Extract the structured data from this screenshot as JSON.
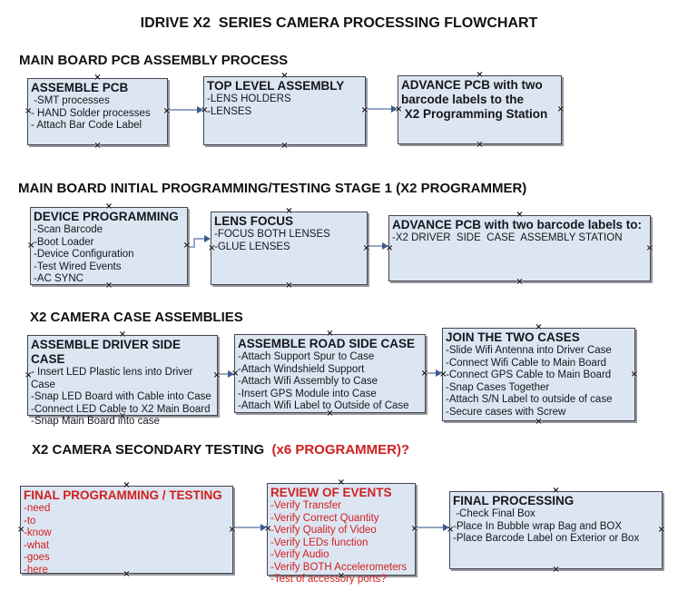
{
  "title": "IDRIVE X2  SERIES CAMERA PROCESSING FLOWCHART",
  "colors": {
    "box_fill": "#dce6f2",
    "box_border": "#44444e",
    "connector_line": "#95a6c6",
    "connector_arrowhead": "#3a5a8e",
    "red_text": "#d02020",
    "black_text": "#16161c"
  },
  "icons": {
    "connection_point": "×"
  },
  "sections": [
    {
      "heading": "MAIN BOARD PCB ASSEMBLY PROCESS",
      "boxes": [
        {
          "title": "ASSEMBLE PCB",
          "items": [
            " -SMT processes",
            "- HAND Solder processes",
            "- Attach Bar Code Label"
          ]
        },
        {
          "title": "TOP LEVEL ASSEMBLY",
          "items": [
            "-LENS HOLDERS",
            "-LENSES"
          ]
        },
        {
          "title": "ADVANCE PCB with two\nbarcode labels to the\n X2 Programming Station",
          "items": []
        }
      ]
    },
    {
      "heading": "MAIN BOARD INITIAL PROGRAMMING/TESTING STAGE 1 (X2 PROGRAMMER)",
      "boxes": [
        {
          "title": "DEVICE PROGRAMMING",
          "items": [
            "-Scan Barcode",
            "-Boot Loader",
            "-Device Configuration",
            "-Test Wired Events",
            "-AC SYNC"
          ]
        },
        {
          "title": "LENS FOCUS",
          "items": [
            "-FOCUS BOTH LENSES",
            "-GLUE LENSES"
          ]
        },
        {
          "title": "ADVANCE PCB with two barcode labels to:",
          "items": [
            "-X2 DRIVER  SIDE  CASE  ASSEMBLY STATION"
          ]
        }
      ]
    },
    {
      "heading": "X2 CAMERA CASE ASSEMBLIES",
      "boxes": [
        {
          "title": "ASSEMBLE DRIVER SIDE CASE",
          "items": [
            "- Insert LED Plastic lens into Driver Case",
            "-Snap LED Board with Cable into Case",
            "-Connect LED Cable to X2 Main Board",
            "-Snap Main Board into case"
          ]
        },
        {
          "title": "ASSEMBLE ROAD SIDE CASE",
          "items": [
            "-Attach Support Spur to Case",
            "-Attach Windshield Support",
            "-Attach Wifi Assembly to Case",
            "-Insert GPS Module into Case",
            "-Attach Wifi Label to Outside of Case"
          ]
        },
        {
          "title": "JOIN THE TWO CASES",
          "items": [
            "-Slide Wifi Antenna into Driver Case",
            "-Connect Wifi Cable to Main Board",
            "-Connect GPS Cable to Main Board",
            "-Snap Cases Together",
            "-Attach S/N Label to outside of case",
            "-Secure cases with Screw"
          ]
        }
      ]
    },
    {
      "heading": "X2 CAMERA SECONDARY TESTING ",
      "heading_suffix": " (x6 PROGRAMMER)?",
      "boxes": [
        {
          "title": "FINAL PROGRAMMING / TESTING",
          "items": [
            "-need",
            "-to",
            "-know",
            "-what",
            "-goes",
            "-here"
          ]
        },
        {
          "title": "REVIEW OF EVENTS",
          "items": [
            "-Verify Transfer",
            "-Verify Correct Quantity",
            "-Verify Quality of Video",
            "-Verify LEDs function",
            "-Verify Audio",
            "-Verify BOTH Accelerometers",
            "-Test of accessory ports?"
          ]
        },
        {
          "title": "FINAL PROCESSING",
          "items": [
            " -Check Final Box",
            "-Place In Bubble wrap Bag and BOX",
            "-Place Barcode Label on Exterior or Box"
          ]
        }
      ]
    }
  ]
}
